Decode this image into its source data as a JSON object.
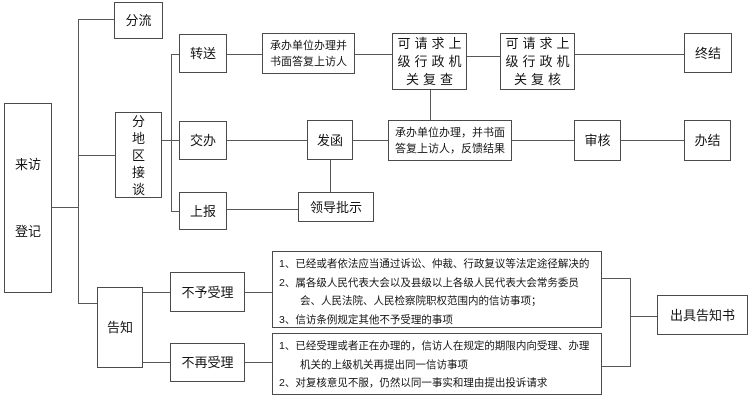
{
  "nodes": {
    "visit_register": {
      "line1": "来访",
      "line2": "登记"
    },
    "split": {
      "label": "分流"
    },
    "regional_talk": {
      "label": "分地区接谈"
    },
    "transfer": {
      "label": "转送"
    },
    "assign": {
      "label": "交办"
    },
    "report_up": {
      "label": "上报"
    },
    "handle_reply": {
      "label": "承办单位办理并\n书面答复上访人"
    },
    "review_request": {
      "label": "可请求上\n级行政机\n关复查"
    },
    "recheck_request": {
      "label": "可请求上\n级行政机\n关复核"
    },
    "terminate": {
      "label": "终结"
    },
    "send_letter": {
      "label": "发函"
    },
    "handle_feedback": {
      "label": "承办单位办理，并书面\n答复上访人，反馈结果"
    },
    "audit": {
      "label": "审核"
    },
    "close_case": {
      "label": "办结"
    },
    "leader_note": {
      "label": "领导批示"
    },
    "inform": {
      "label": "告知"
    },
    "not_accept": {
      "label": "不予受理"
    },
    "no_longer_accept": {
      "label": "不再受理"
    },
    "issue_notice": {
      "label": "出具告知书"
    },
    "not_accept_reasons": {
      "lines": [
        "1、已经或者依法应当通过诉讼、仲裁、行政复议等法定途径解决的",
        "2、属各级人民代表大会以及县级以上各级人民代表大会常务委员",
        "会、人民法院、人民检察院职权范围内的信访事项；",
        "3、信访条例规定其他不予受理的事项"
      ]
    },
    "no_longer_accept_reasons": {
      "lines": [
        "1、已经受理或者正在办理的，信访人在规定的期限内向受理、办理",
        "机关的上级机关再提出同一信访事项",
        "2、对复核意见不服，仍然以同一事实和理由提出投诉请求"
      ]
    }
  },
  "colors": {
    "line": "#585858",
    "border": "#4b4b4b",
    "background": "#ffffff",
    "text": "#141414"
  }
}
